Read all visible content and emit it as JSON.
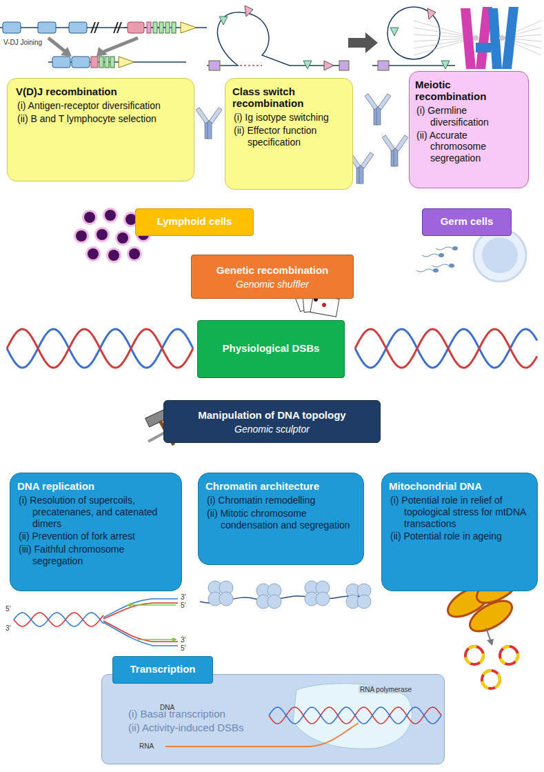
{
  "diagram": {
    "nodes": [
      {
        "text": [
          "V(D)J recombination",
          "(i) Antigen-receptor diversification",
          "(ii) B and T lymphocyte selection"
        ]
      },
      {
        "text": [
          "Class switch recombination",
          "(i) Ig isotype switching",
          "(ii) Effector function specification"
        ]
      },
      {
        "text": [
          "Meiotic recombination",
          "(i) Germline diversification",
          "(ii) Accurate chromosome segregation"
        ]
      },
      {
        "text": [
          "Lymphoid cells"
        ]
      },
      {
        "text": [
          "Germ cells"
        ]
      },
      {
        "text": [
          "Genetic recombination",
          "Genomic shuffler"
        ]
      },
      {
        "text": [
          "Physiological DSBs"
        ]
      },
      {
        "text": [
          "Manipulation of DNA topology",
          "Genomic sculptor"
        ]
      },
      {
        "text": [
          "DNA replication",
          "(i) Resolution of supercoils, precatenanes, and catenated dimers",
          "(ii) Prevention of fork arrest",
          "(iii) Faithful chromosome segregation"
        ]
      },
      {
        "text": [
          "Chromatin architecture",
          "(i) Chromatin remodelling",
          "(ii) Mitotic chromosome condensation and segregation"
        ]
      },
      {
        "text": [
          "Mitochondrial DNA",
          "(i) Potential role in relief of topological stress for mtDNA transactions",
          "(ii) Potential role in ageing"
        ]
      },
      {
        "text": [
          "(i) Basal transcription",
          "(ii) Activity-induced DSBs"
        ]
      },
      {
        "text": [
          "Transcription"
        ],
        "in": 11
      }
    ],
    "labels": [
      "V-DJ Joining",
      "5′",
      "3′",
      "3′",
      "5′",
      "3′",
      "5′",
      "DNA",
      "RNA polymerase",
      "RNA"
    ]
  }
}
